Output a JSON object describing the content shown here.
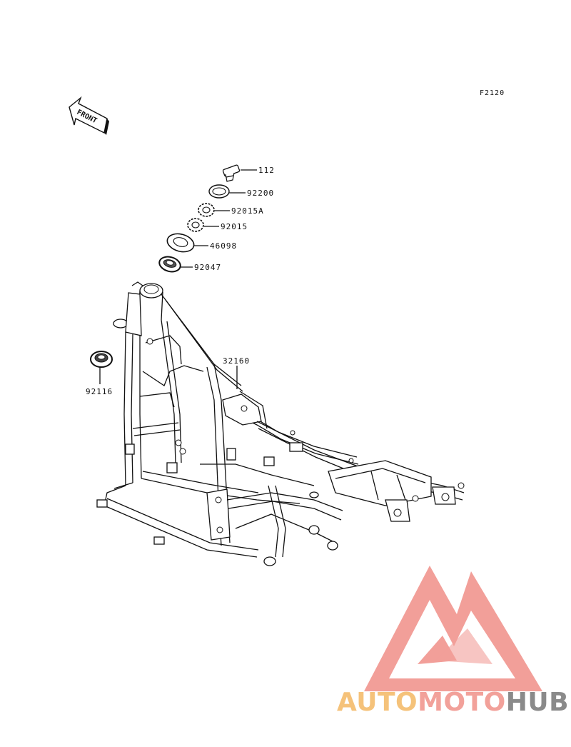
{
  "figure_code": "F2120",
  "front_label": "FRONT",
  "parts": [
    {
      "id": "112",
      "label": "112"
    },
    {
      "id": "92200",
      "label": "92200"
    },
    {
      "id": "92015A",
      "label": "92015A"
    },
    {
      "id": "92015",
      "label": "92015"
    },
    {
      "id": "46098",
      "label": "46098"
    },
    {
      "id": "92047",
      "label": "92047"
    },
    {
      "id": "32160",
      "label": "32160"
    },
    {
      "id": "92116",
      "label": "92116"
    }
  ],
  "watermark": {
    "part1": "AUTO",
    "part2": "MOTO",
    "part3": "HUB",
    "colors": {
      "auto": "#f5c27a",
      "moto": "#f2a19a",
      "hub": "#8a8a8a",
      "logo": "#f08f88"
    }
  }
}
